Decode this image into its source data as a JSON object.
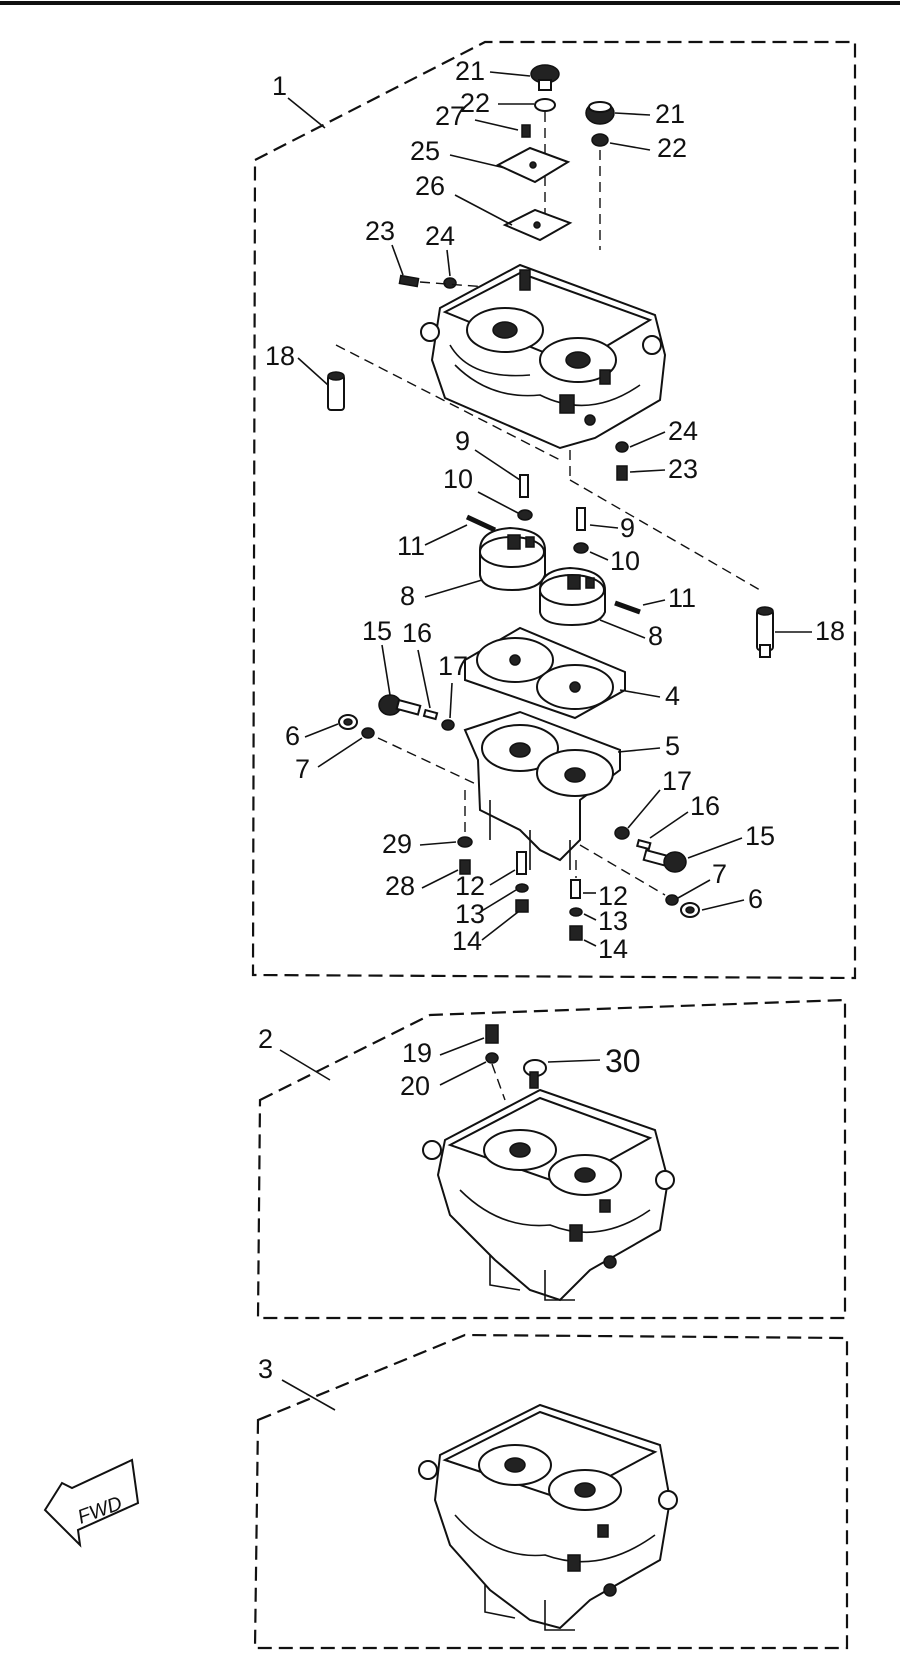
{
  "diagram": {
    "part_labels": {
      "p1": "1",
      "p2": "2",
      "p3": "3",
      "p4": "4",
      "p5": "5",
      "p6a": "6",
      "p6b": "6",
      "p7a": "7",
      "p7b": "7",
      "p8a": "8",
      "p8b": "8",
      "p9a": "9",
      "p9b": "9",
      "p10a": "10",
      "p10b": "10",
      "p11a": "11",
      "p11b": "11",
      "p12a": "12",
      "p12b": "12",
      "p13a": "13",
      "p13b": "13",
      "p14a": "14",
      "p14b": "14",
      "p15a": "15",
      "p15b": "15",
      "p16a": "16",
      "p16b": "16",
      "p17a": "17",
      "p17b": "17",
      "p18a": "18",
      "p18b": "18",
      "p19": "19",
      "p20": "20",
      "p21a": "21",
      "p21b": "21",
      "p22a": "22",
      "p22b": "22",
      "p23a": "23",
      "p23b": "23",
      "p24a": "24",
      "p24b": "24",
      "p25": "25",
      "p26": "26",
      "p27": "27",
      "p28": "28",
      "p29": "29",
      "p30": "30"
    },
    "direction_badge": "FWD",
    "colors": {
      "ink": "#111111",
      "paper": "#ffffff"
    }
  }
}
